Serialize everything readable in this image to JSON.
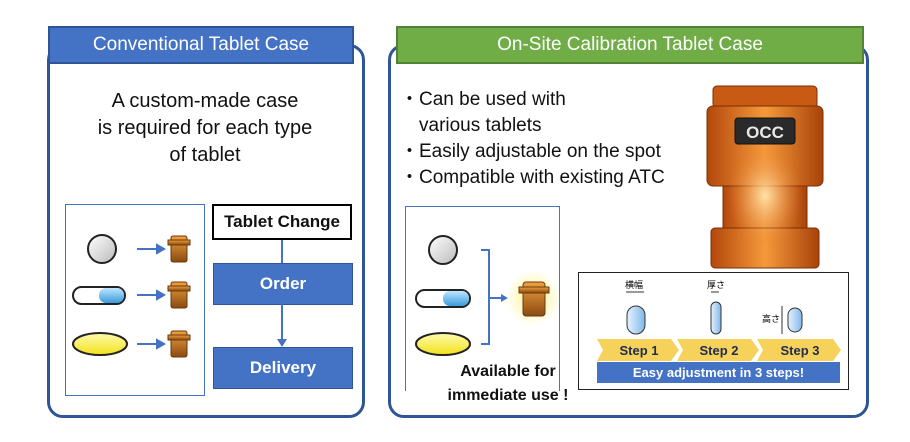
{
  "left": {
    "header": "Conventional Tablet Case",
    "description": [
      "A custom-made case",
      "is required for each type",
      "of tablet"
    ],
    "flow": {
      "change_label": "Tablet Change",
      "order_label": "Order",
      "delivery_label": "Delivery"
    }
  },
  "right": {
    "header": "On-Site Calibration Tablet Case",
    "bullets": [
      "・Can be used with",
      "　various tablets",
      "・Easily adjustable on the spot",
      "・Compatible with existing ATC"
    ],
    "device_label": "OCC",
    "available_note": [
      "Available for",
      "immediate use !"
    ],
    "steps": [
      "Step 1",
      "Step 2",
      "Step 3"
    ],
    "step_captions": [
      "横幅",
      "厚さ",
      "高さ"
    ],
    "easy_banner": "Easy adjustment in 3 steps!"
  },
  "colors": {
    "blue": "#4472c4",
    "green": "#70ad47",
    "border": "#2f5597",
    "case_orange": "#d9740f"
  }
}
